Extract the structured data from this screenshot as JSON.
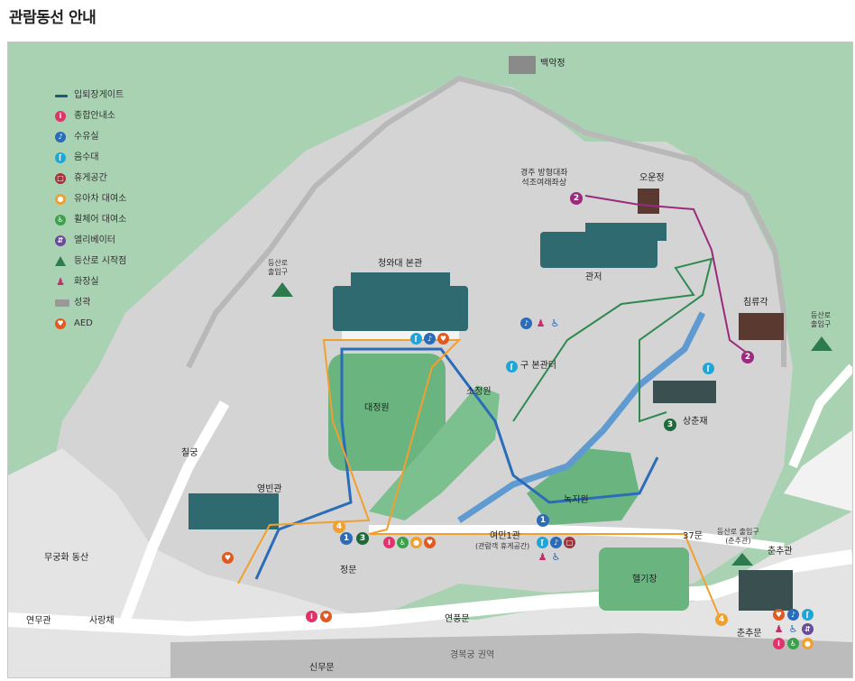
{
  "page": {
    "title": "관람동선 안내"
  },
  "colors": {
    "mountain": "#a9d2b2",
    "ground": "#d4d4d4",
    "road": "#ffffff",
    "lawn": "#6ab47f",
    "stream": "#5f9ad0",
    "building_roof": "#2f6a70",
    "route_blue": "#2b6cb8",
    "route_orange": "#f0a030",
    "route_green": "#2e8a4f",
    "route_purple": "#9b2a7e",
    "gate_line": "#1e5a7a"
  },
  "legend": [
    {
      "icon": "gate-line-icon",
      "label": "입퇴장게이트",
      "color": "#1e5a7a"
    },
    {
      "icon": "info-icon",
      "label": "종합안내소",
      "color": "#e0336a"
    },
    {
      "icon": "nursing-room-icon",
      "label": "수유실",
      "color": "#2b6cb8"
    },
    {
      "icon": "drinking-fountain-icon",
      "label": "음수대",
      "color": "#1fa6d8"
    },
    {
      "icon": "rest-area-icon",
      "label": "휴게공간",
      "color": "#a0343c"
    },
    {
      "icon": "stroller-icon",
      "label": "유아차 대여소",
      "color": "#f0a030"
    },
    {
      "icon": "wheelchair-icon",
      "label": "휠체어 대여소",
      "color": "#3ca04c"
    },
    {
      "icon": "elevator-icon",
      "label": "엘리베이터",
      "color": "#6a4a9a"
    },
    {
      "icon": "trailhead-icon",
      "label": "등산로 시작점",
      "color": "#2e7a4f"
    },
    {
      "icon": "restroom-icon",
      "label": "화장실",
      "color": "#333333"
    },
    {
      "icon": "fortress-wall-icon",
      "label": "성곽",
      "color": "#999999"
    },
    {
      "icon": "aed-icon",
      "label": "AED",
      "color": "#e05a20"
    }
  ],
  "places": {
    "baegakjeong": "백악정",
    "gyeongju_buddha": "경주 방형대좌\n석조여래좌상",
    "oujeong": "오운정",
    "gwanjeo": "관저",
    "chimnyugak": "침류각",
    "trailhead_right": "등산로\n출입구",
    "trailhead_left": "등산로\n출입구",
    "main_building": "청와대 본관",
    "old_main_site": "구 본관터",
    "daejeongwon": "대정원",
    "sojeongwon": "소정원",
    "sangchunjae": "상춘재",
    "nokjiwon": "녹지원",
    "chilgung": "칠궁",
    "yeongbingwan": "영빈관",
    "mugunghwa": "무궁화 동산",
    "yeonmugwan": "연무관",
    "sarangchae": "사랑채",
    "jeongmun": "정문",
    "sinmumun": "신무문",
    "yeonpungmun": "연풍문",
    "yeomin1gwan": "여민1관",
    "yeomin1gwan_sub": "(관람객 휴게공간)",
    "gate37": "37문",
    "trailhead_chunchu": "등산로 출입구\n(춘추관)",
    "chunchugwan": "춘추관",
    "heliport": "헬기장",
    "chunchumun": "춘추문",
    "gyeongbokgung": "경복궁 권역"
  },
  "route_markers": [
    {
      "id": "marker-1-gate",
      "num": "1",
      "color": "#2b6cb8"
    },
    {
      "id": "marker-3-gate",
      "num": "3",
      "color": "#1e6a3a"
    },
    {
      "id": "marker-4-gate",
      "num": "4",
      "color": "#f0a030"
    },
    {
      "id": "marker-1-nokji",
      "num": "1",
      "color": "#2b6cb8"
    },
    {
      "id": "marker-3-sangchun",
      "num": "3",
      "color": "#1e6a3a"
    },
    {
      "id": "marker-2-chimnyu",
      "num": "2",
      "color": "#9b2a7e"
    },
    {
      "id": "marker-2-buddha",
      "num": "2",
      "color": "#9b2a7e"
    },
    {
      "id": "marker-4-chunchu",
      "num": "4",
      "color": "#f0a030"
    }
  ]
}
